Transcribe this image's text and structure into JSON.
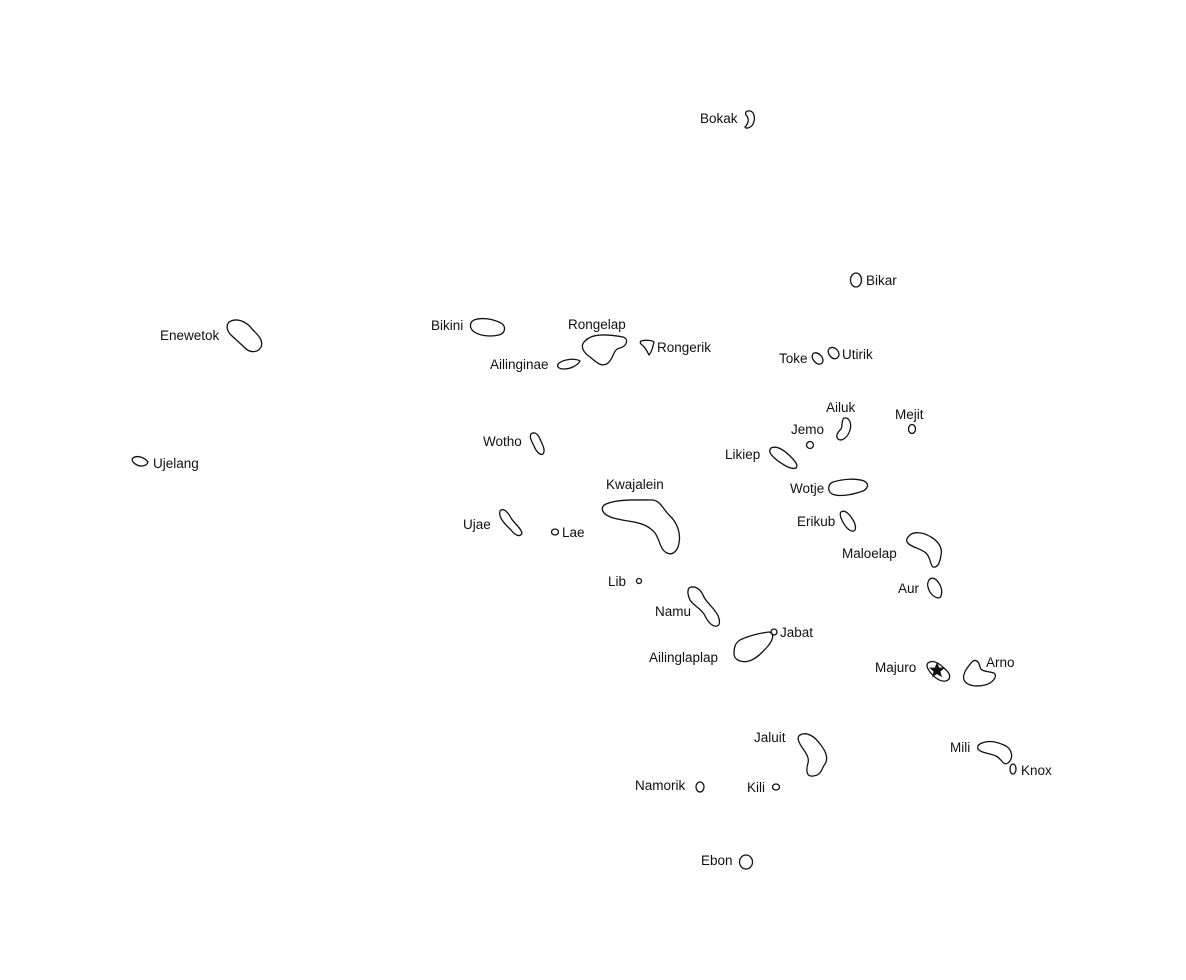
{
  "map": {
    "islands": [
      {
        "id": "bokak",
        "name": "Bokak"
      },
      {
        "id": "bikar",
        "name": "Bikar"
      },
      {
        "id": "enewetok",
        "name": "Enewetok"
      },
      {
        "id": "bikini",
        "name": "Bikini"
      },
      {
        "id": "rongelap",
        "name": "Rongelap"
      },
      {
        "id": "rongerik",
        "name": "Rongerik"
      },
      {
        "id": "ailinginae",
        "name": "Ailinginae"
      },
      {
        "id": "toke",
        "name": "Toke"
      },
      {
        "id": "utirik",
        "name": "Utirik"
      },
      {
        "id": "ailuk",
        "name": "Ailuk"
      },
      {
        "id": "mejit",
        "name": "Mejit"
      },
      {
        "id": "jemo",
        "name": "Jemo"
      },
      {
        "id": "wotho",
        "name": "Wotho"
      },
      {
        "id": "ujelang",
        "name": "Ujelang"
      },
      {
        "id": "likiep",
        "name": "Likiep"
      },
      {
        "id": "kwajalein",
        "name": "Kwajalein"
      },
      {
        "id": "wotje",
        "name": "Wotje"
      },
      {
        "id": "ujae",
        "name": "Ujae"
      },
      {
        "id": "lae",
        "name": "Lae"
      },
      {
        "id": "erikub",
        "name": "Erikub"
      },
      {
        "id": "maloelap",
        "name": "Maloelap"
      },
      {
        "id": "lib",
        "name": "Lib"
      },
      {
        "id": "aur",
        "name": "Aur"
      },
      {
        "id": "namu",
        "name": "Namu"
      },
      {
        "id": "jabat",
        "name": "Jabat"
      },
      {
        "id": "ailinglaplap",
        "name": "Ailinglaplap"
      },
      {
        "id": "majuro",
        "name": "Majuro",
        "capital": true
      },
      {
        "id": "arno",
        "name": "Arno"
      },
      {
        "id": "jaluit",
        "name": "Jaluit"
      },
      {
        "id": "mili",
        "name": "Mili"
      },
      {
        "id": "knox",
        "name": "Knox"
      },
      {
        "id": "namorik",
        "name": "Namorik"
      },
      {
        "id": "kili",
        "name": "Kili"
      },
      {
        "id": "ebon",
        "name": "Ebon"
      }
    ],
    "colors": {
      "outline": "#111111",
      "background": "#ffffff"
    }
  }
}
